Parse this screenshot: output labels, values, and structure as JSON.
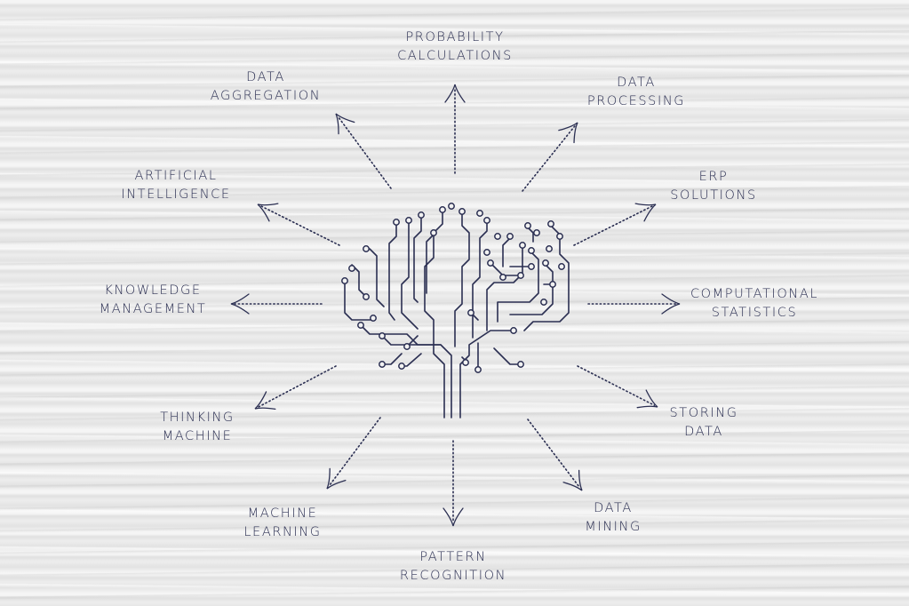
{
  "diagram": {
    "ink_color": "#2b2f52",
    "center_icon": "circuit-brain-icon",
    "labels": [
      {
        "id": "probability-calculations",
        "line1": "PROBABILITY",
        "line2": "CALCULATIONS"
      },
      {
        "id": "data-processing",
        "line1": "DATA",
        "line2": "PROCESSING"
      },
      {
        "id": "erp-solutions",
        "line1": "ERP",
        "line2": "SOLUTIONS"
      },
      {
        "id": "computational-statistics",
        "line1": "COMPUTATIONAL",
        "line2": "STATISTICS"
      },
      {
        "id": "storing-data",
        "line1": "STORING",
        "line2": "DATA"
      },
      {
        "id": "data-mining",
        "line1": "DATA",
        "line2": "MINING"
      },
      {
        "id": "pattern-recognition",
        "line1": "PATTERN",
        "line2": "RECOGNITION"
      },
      {
        "id": "machine-learning",
        "line1": "MACHINE",
        "line2": "LEARNING"
      },
      {
        "id": "thinking-machine",
        "line1": "THINKING",
        "line2": "MACHINE"
      },
      {
        "id": "knowledge-management",
        "line1": "KNOWLEDGE",
        "line2": "MANAGEMENT"
      },
      {
        "id": "artificial-intelligence",
        "line1": "ARTIFICIAL",
        "line2": "INTELLIGENCE"
      },
      {
        "id": "data-aggregation",
        "line1": "DATA",
        "line2": "AGGREGATION"
      }
    ]
  }
}
